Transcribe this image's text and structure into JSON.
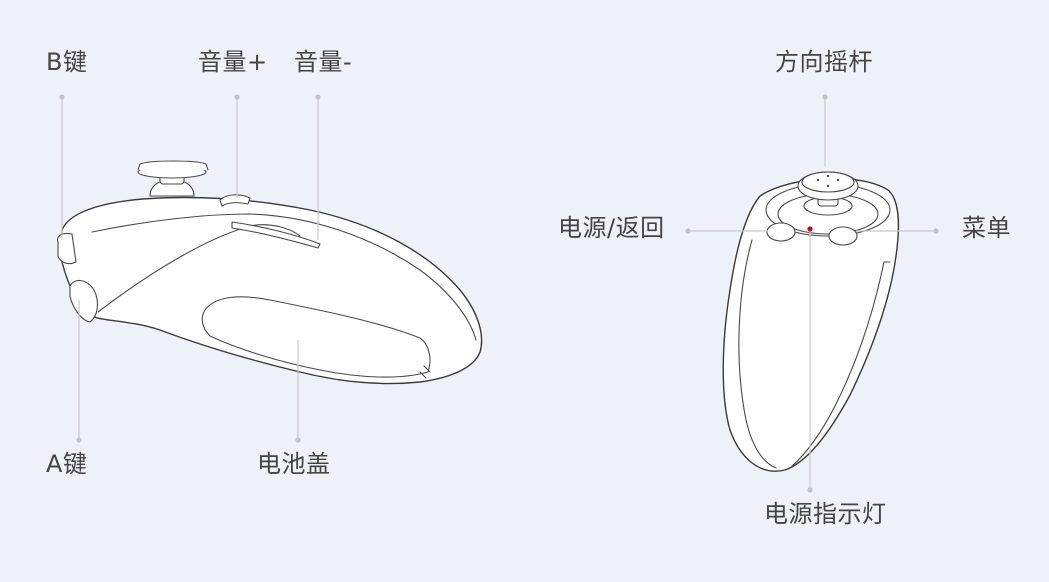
{
  "left_controller": {
    "labels": {
      "b_key": "B键",
      "volume_up": "音量+",
      "volume_down": "音量-",
      "a_key": "A键",
      "battery_cover": "电池盖"
    }
  },
  "right_controller": {
    "labels": {
      "joystick": "方向摇杆",
      "power_back": "电源/返回",
      "menu": "菜单",
      "power_indicator": "电源指示灯"
    },
    "indicator_color": "#d0021b"
  },
  "colors": {
    "background": "#eef2f8",
    "leader_line": "#c9c9c9",
    "label_text": "#444444",
    "outline": "#3a3a3a"
  }
}
